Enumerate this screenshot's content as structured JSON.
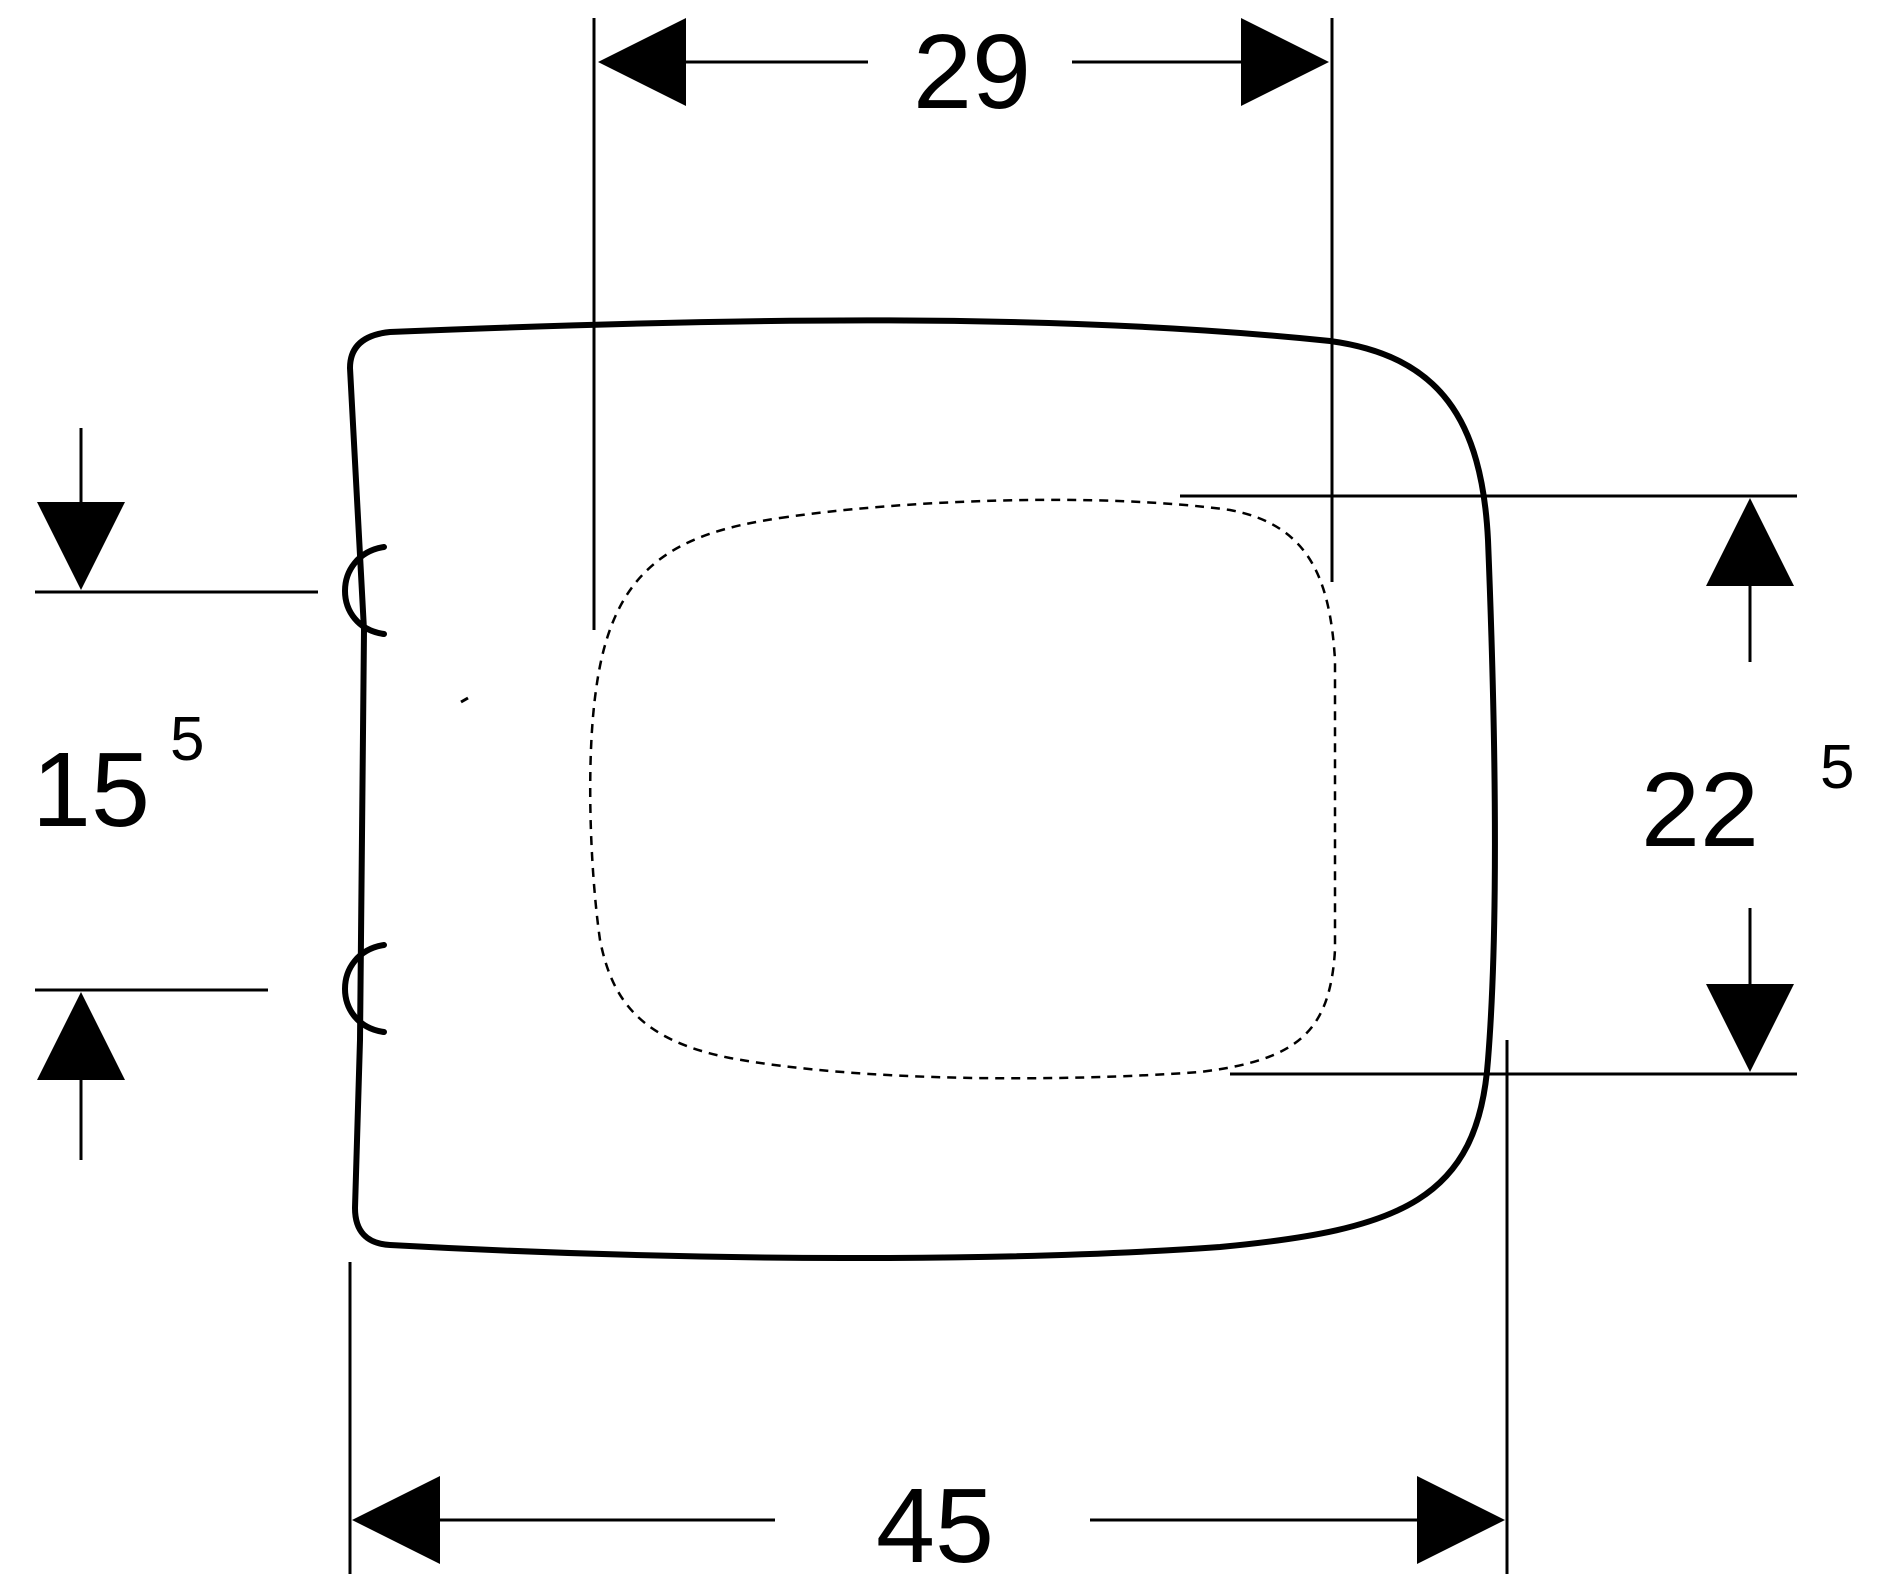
{
  "diagram": {
    "type": "technical dimension drawing",
    "colors": {
      "stroke": "#000000",
      "background": "#ffffff"
    },
    "dimensions": {
      "inner_width": {
        "main": "29",
        "superscript": ""
      },
      "outer_width": {
        "main": "45",
        "superscript": ""
      },
      "hinge_spacing": {
        "main": "15",
        "superscript": "5"
      },
      "opening_depth": {
        "main": "22",
        "superscript": "5"
      }
    }
  }
}
